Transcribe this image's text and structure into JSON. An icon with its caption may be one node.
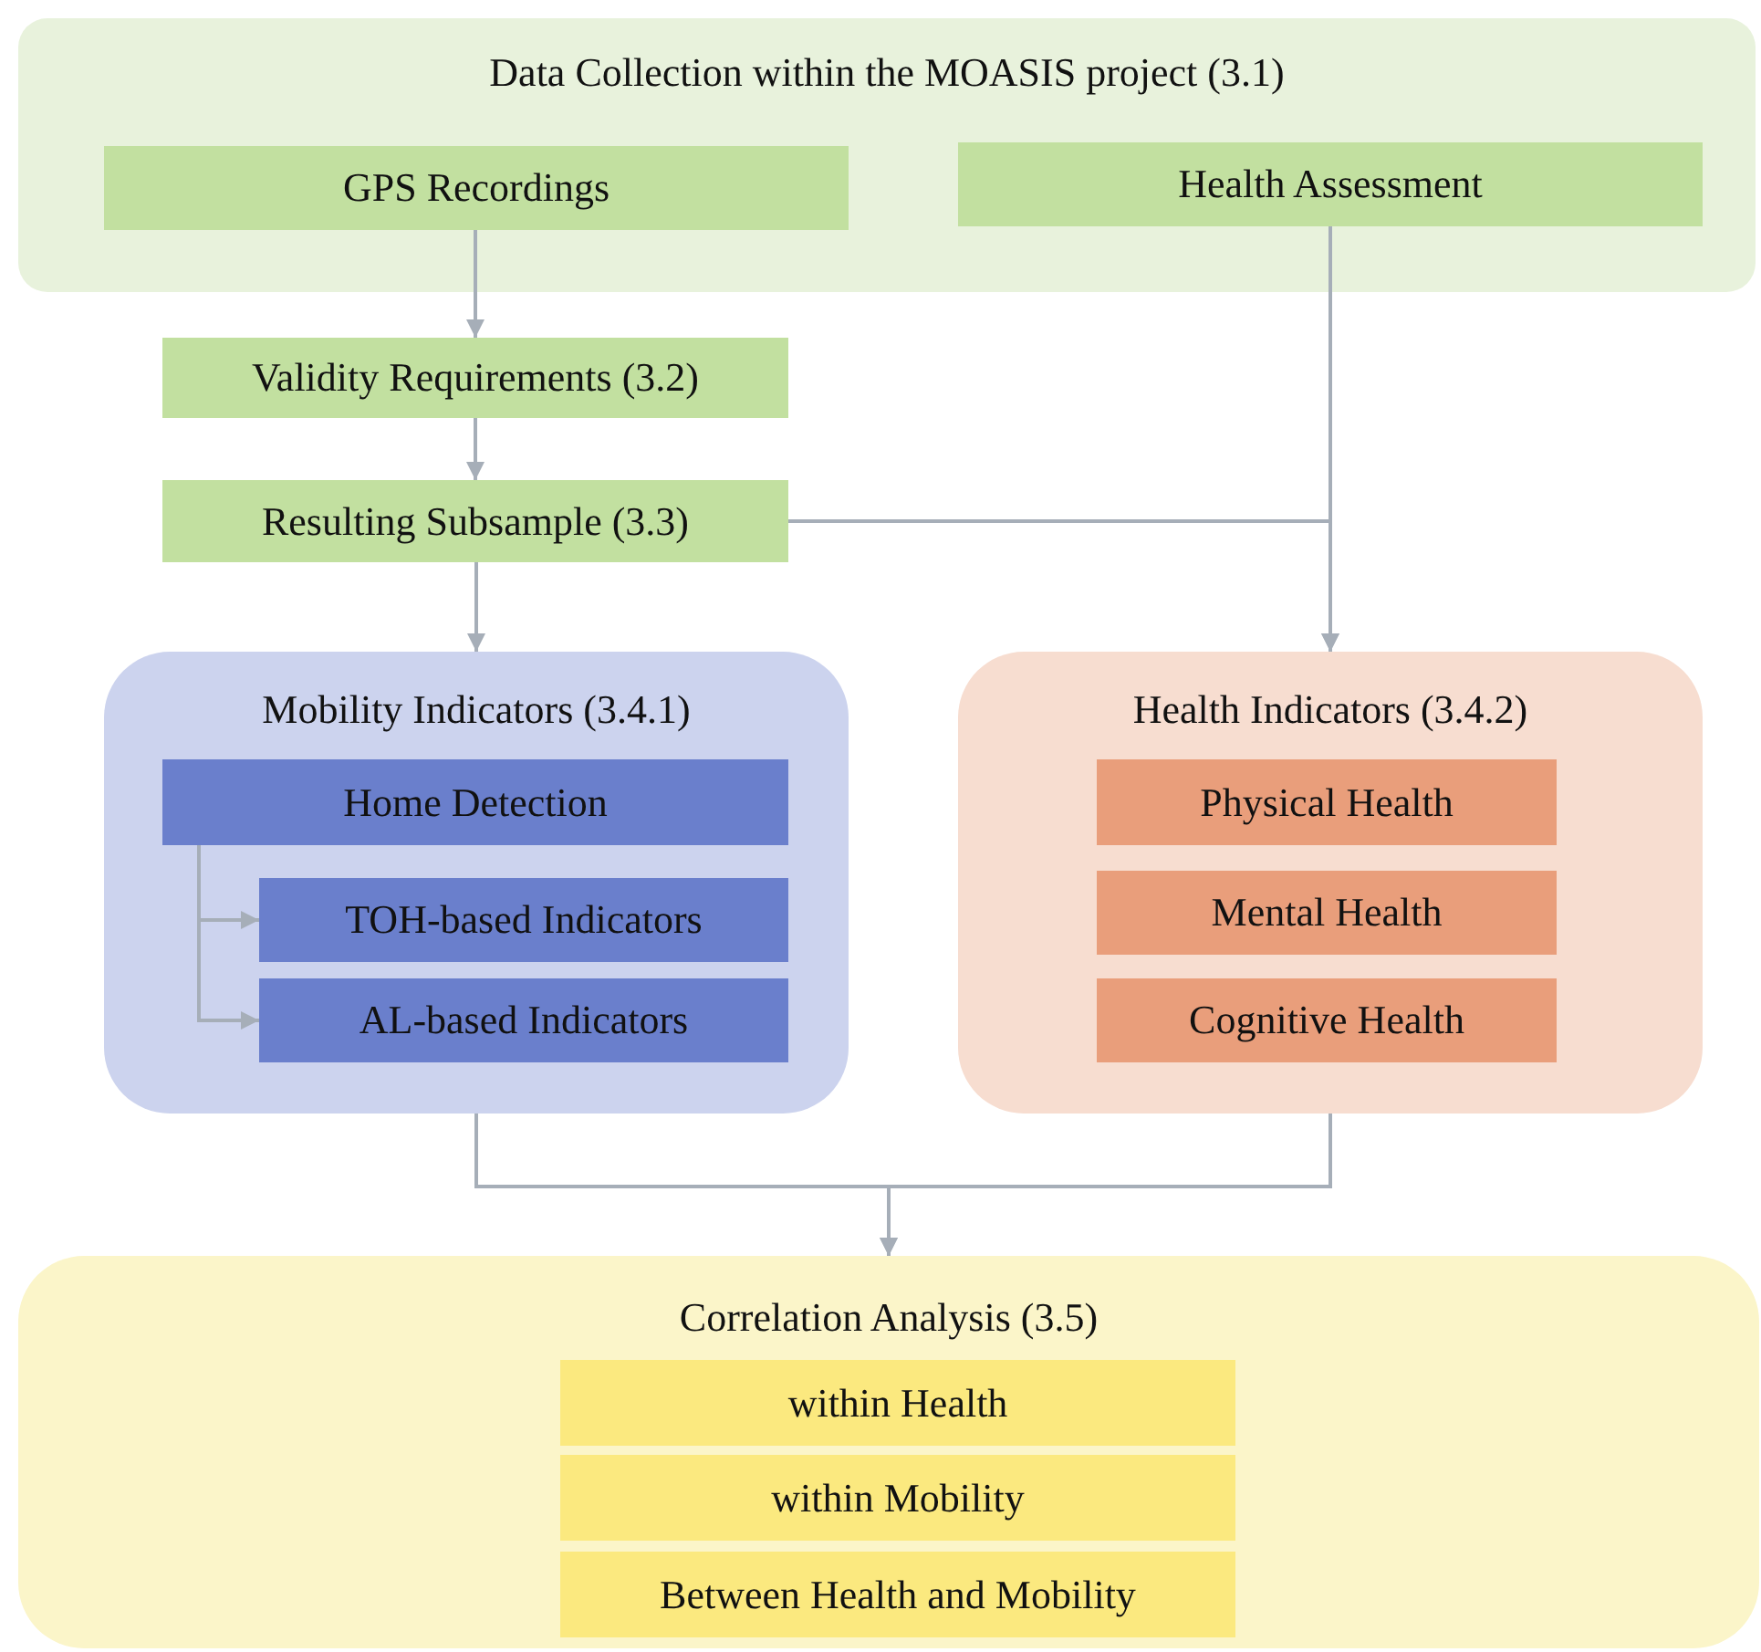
{
  "diagram": {
    "nodes": [
      {
        "text": [
          "Data Collection within the MOASIS project (3.1)"
        ]
      },
      {
        "text": [
          "GPS Recordings"
        ],
        "in": 0
      },
      {
        "text": [
          "Health Assessment"
        ],
        "in": 0
      },
      {
        "text": [
          "Validity Requirements (3.2)"
        ]
      },
      {
        "text": [
          "Resulting Subsample (3.3)"
        ]
      },
      {
        "text": [
          "Mobility Indicators (3.4.1)"
        ]
      },
      {
        "text": [
          "Home Detection"
        ],
        "in": 5
      },
      {
        "text": [
          "TOH-based Indicators"
        ],
        "in": 5
      },
      {
        "text": [
          "AL-based Indicators"
        ],
        "in": 5
      },
      {
        "text": [
          "Health Indicators (3.4.2)"
        ]
      },
      {
        "text": [
          "Physical Health"
        ],
        "in": 9
      },
      {
        "text": [
          "Mental Health"
        ],
        "in": 9
      },
      {
        "text": [
          "Cognitive Health"
        ],
        "in": 9
      },
      {
        "text": [
          "Correlation Analysis (3.5)"
        ]
      },
      {
        "text": [
          "within Health"
        ],
        "in": 13
      },
      {
        "text": [
          "within Mobility"
        ],
        "in": 13
      },
      {
        "text": [
          "Between Health and Mobility"
        ],
        "in": 13
      }
    ],
    "edges": [
      {
        "from": 1,
        "to": 3,
        "arrow": "to"
      },
      {
        "from": 3,
        "to": 4,
        "arrow": "to"
      },
      {
        "from": 4,
        "to": 5,
        "arrow": "to"
      },
      {
        "from": 2,
        "to": 9,
        "arrow": "to"
      },
      {
        "from": 4,
        "to": 9,
        "arrow": "to"
      },
      {
        "from": 6,
        "to": 7,
        "arrow": "to"
      },
      {
        "from": 6,
        "to": 8,
        "arrow": "to"
      },
      {
        "from": 5,
        "to": 13,
        "arrow": "to"
      },
      {
        "from": 9,
        "to": 13,
        "arrow": "to"
      }
    ]
  }
}
